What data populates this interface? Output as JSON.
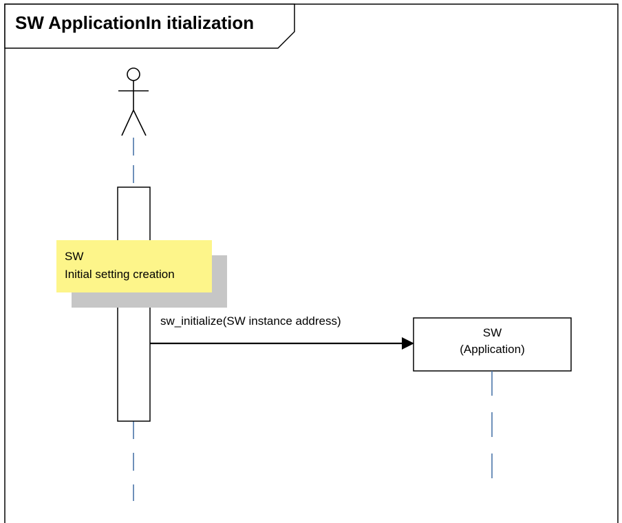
{
  "frame": {
    "title": "SW ApplicationIn itialization"
  },
  "note": {
    "line1": "SW",
    "line2": "Initial setting creation"
  },
  "message": {
    "label": "sw_initialize(SW instance address)"
  },
  "target_object": {
    "line1": "SW",
    "line2": "(Application)"
  },
  "colors": {
    "lifeline": "#4a74a8",
    "note_fill": "#fdf58a",
    "note_shadow": "#c6c6c6",
    "stroke": "#000000"
  }
}
